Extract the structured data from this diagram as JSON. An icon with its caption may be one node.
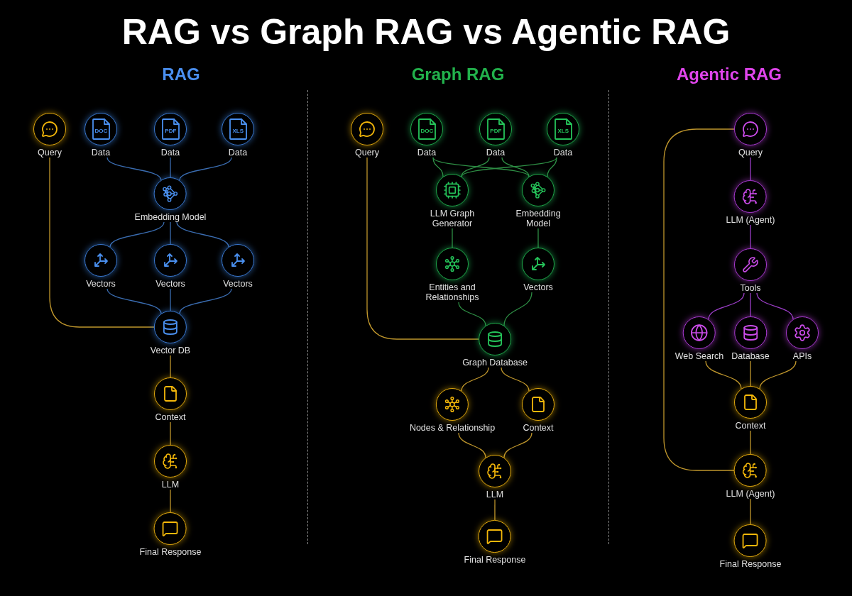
{
  "diagram": {
    "title": "RAG vs Graph RAG vs Agentic RAG",
    "nodes": [
      {
        "text": [
          "Query"
        ]
      },
      {
        "text": [
          "DOC",
          "Data"
        ]
      },
      {
        "text": [
          "PDF",
          "Data"
        ]
      },
      {
        "text": [
          "XLS",
          "Data"
        ]
      },
      {
        "text": [
          "Embedding Model"
        ]
      },
      {
        "text": [
          "Vectors"
        ]
      },
      {
        "text": [
          "Vectors"
        ]
      },
      {
        "text": [
          "Vectors"
        ]
      },
      {
        "text": [
          "Vector DB"
        ]
      },
      {
        "text": [
          "Context"
        ]
      },
      {
        "text": [
          "LLM"
        ]
      },
      {
        "text": [
          "Final Response"
        ]
      },
      {
        "text": [
          "Query"
        ]
      },
      {
        "text": [
          "DOC",
          "Data"
        ]
      },
      {
        "text": [
          "PDF",
          "Data"
        ]
      },
      {
        "text": [
          "XLS",
          "Data"
        ]
      },
      {
        "text": [
          "LLM Graph Generator"
        ]
      },
      {
        "text": [
          "Embedding Model"
        ]
      },
      {
        "text": [
          "Entities and Relationships"
        ]
      },
      {
        "text": [
          "Vectors"
        ]
      },
      {
        "text": [
          "Graph Database"
        ]
      },
      {
        "text": [
          "Nodes & Relationship"
        ]
      },
      {
        "text": [
          "Context"
        ]
      },
      {
        "text": [
          "LLM"
        ]
      },
      {
        "text": [
          "Final Response"
        ]
      },
      {
        "text": [
          "Query"
        ]
      },
      {
        "text": [
          "LLM (Agent)"
        ]
      },
      {
        "text": [
          "Tools"
        ]
      },
      {
        "text": [
          "Web Search"
        ]
      },
      {
        "text": [
          "Database"
        ]
      },
      {
        "text": [
          "APIs"
        ]
      },
      {
        "text": [
          "Context"
        ]
      },
      {
        "text": [
          "LLM (Agent)"
        ]
      },
      {
        "text": [
          "Final Response"
        ]
      }
    ],
    "edges": [
      {
        "from": 1,
        "to": 4,
        "arrow": "none",
        "color": "#3a6cb0"
      },
      {
        "from": 2,
        "to": 4,
        "arrow": "none",
        "color": "#3a6cb0"
      },
      {
        "from": 3,
        "to": 4,
        "arrow": "none",
        "color": "#3a6cb0"
      },
      {
        "from": 4,
        "to": 5,
        "arrow": "none",
        "color": "#3a6cb0"
      },
      {
        "from": 4,
        "to": 6,
        "arrow": "none",
        "color": "#3a6cb0"
      },
      {
        "from": 4,
        "to": 7,
        "arrow": "none",
        "color": "#3a6cb0"
      },
      {
        "from": 5,
        "to": 8,
        "arrow": "none",
        "color": "#3a6cb0"
      },
      {
        "from": 6,
        "to": 8,
        "arrow": "none",
        "color": "#3a6cb0"
      },
      {
        "from": 7,
        "to": 8,
        "arrow": "none",
        "color": "#3a6cb0"
      },
      {
        "from": 0,
        "to": 8,
        "arrow": "none"
      },
      {
        "from": 8,
        "to": 9,
        "arrow": "none"
      },
      {
        "from": 9,
        "to": 10,
        "arrow": "none"
      },
      {
        "from": 10,
        "to": 11,
        "arrow": "none"
      },
      {
        "from": 13,
        "to": 16,
        "arrow": "none",
        "color": "#2e8f45"
      },
      {
        "from": 13,
        "to": 17,
        "arrow": "none",
        "color": "#2e8f45"
      },
      {
        "from": 14,
        "to": 16,
        "arrow": "none",
        "color": "#2e8f45"
      },
      {
        "from": 14,
        "to": 17,
        "arrow": "none",
        "color": "#2e8f45"
      },
      {
        "from": 15,
        "to": 16,
        "arrow": "none",
        "color": "#2e8f45"
      },
      {
        "from": 15,
        "to": 17,
        "arrow": "none",
        "color": "#2e8f45"
      },
      {
        "from": 16,
        "to": 18,
        "arrow": "none",
        "color": "#2e8f45"
      },
      {
        "from": 17,
        "to": 19,
        "arrow": "none",
        "color": "#2e8f45"
      },
      {
        "from": 18,
        "to": 20,
        "arrow": "none",
        "color": "#2e8f45"
      },
      {
        "from": 19,
        "to": 20,
        "arrow": "none",
        "color": "#2e8f45"
      },
      {
        "from": 12,
        "to": 20,
        "arrow": "none"
      },
      {
        "from": 20,
        "to": 21,
        "arrow": "none"
      },
      {
        "from": 20,
        "to": 22,
        "arrow": "none"
      },
      {
        "from": 21,
        "to": 23,
        "arrow": "none"
      },
      {
        "from": 22,
        "to": 23,
        "arrow": "none"
      },
      {
        "from": 23,
        "to": 24,
        "arrow": "none"
      },
      {
        "from": 25,
        "to": 26,
        "arrow": "none",
        "color": "#9a3dc6"
      },
      {
        "from": 26,
        "to": 27,
        "arrow": "none",
        "color": "#9a3dc6"
      },
      {
        "from": 27,
        "to": 28,
        "arrow": "none",
        "color": "#9a3dc6"
      },
      {
        "from": 27,
        "to": 29,
        "arrow": "none",
        "color": "#9a3dc6"
      },
      {
        "from": 27,
        "to": 30,
        "arrow": "none",
        "color": "#9a3dc6"
      },
      {
        "from": 28,
        "to": 31,
        "arrow": "none"
      },
      {
        "from": 29,
        "to": 31,
        "arrow": "none"
      },
      {
        "from": 30,
        "to": 31,
        "arrow": "none"
      },
      {
        "from": 31,
        "to": 32,
        "arrow": "none"
      },
      {
        "from": 25,
        "to": 32,
        "arrow": "none"
      },
      {
        "from": 32,
        "to": 33,
        "arrow": "none"
      }
    ],
    "labels": [
      "RAG",
      "Graph RAG",
      "Agentic RAG"
    ]
  }
}
